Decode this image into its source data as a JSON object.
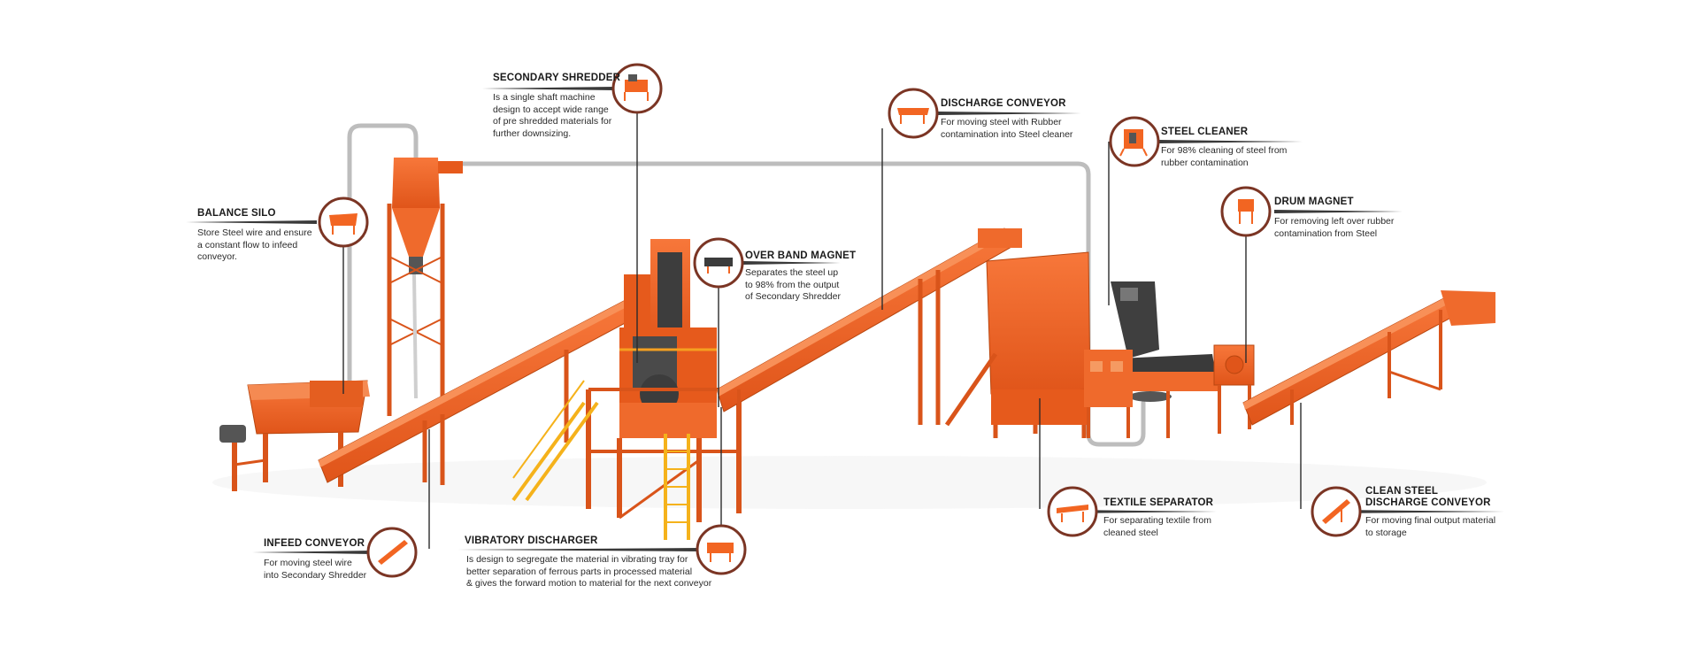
{
  "colors": {
    "machine": "#f26522",
    "machine_dark": "#c94a12",
    "stair_yellow": "#f5b21b",
    "motor": "#4a4a4a",
    "pipe": "#c9c9c9",
    "leader": "#333333",
    "badge_ring": "#8a3a2a"
  },
  "callouts": [
    {
      "key": "secondary_shredder",
      "title": "SECONDARY SHREDDER",
      "desc": "Is a single shaft machine\ndesign to accept wide range\nof pre shredded materials for\nfurther downsizing.",
      "icon": "shredder-icon"
    },
    {
      "key": "discharge_conveyor",
      "title": "DISCHARGE CONVEYOR",
      "desc": "For moving steel with Rubber\ncontamination into Steel cleaner",
      "icon": "conveyor-icon"
    },
    {
      "key": "steel_cleaner",
      "title": "STEEL CLEANER",
      "desc": "For 98% cleaning of steel from\nrubber contamination",
      "icon": "steel-cleaner-icon"
    },
    {
      "key": "balance_silo",
      "title": "BALANCE SILO",
      "desc": "Store Steel wire and ensure\na constant flow to infeed\nconveyor.",
      "icon": "silo-icon"
    },
    {
      "key": "drum_magnet",
      "title": "DRUM MAGNET",
      "desc": "For removing left over rubber\ncontamination from Steel",
      "icon": "drum-magnet-icon"
    },
    {
      "key": "over_band_magnet",
      "title": "OVER BAND MAGNET",
      "desc": "Separates the steel up\nto 98% from the output\nof Secondary Shredder",
      "icon": "band-magnet-icon"
    },
    {
      "key": "infeed_conveyor",
      "title": "INFEED CONVEYOR",
      "desc": "For moving steel wire\ninto Secondary Shredder",
      "icon": "infeed-conveyor-icon"
    },
    {
      "key": "vibratory_discharger",
      "title": "VIBRATORY DISCHARGER",
      "desc": "Is design to segregate the material in vibrating tray for\nbetter separation of ferrous parts in processed material\n& gives the forward motion to material for the next conveyor",
      "icon": "vibratory-discharger-icon"
    },
    {
      "key": "textile_separator",
      "title": "TEXTILE SEPARATOR",
      "desc": "For separating textile from\ncleaned steel",
      "icon": "textile-separator-icon"
    },
    {
      "key": "clean_steel_conveyor",
      "title": "CLEAN STEEL\nDISCHARGE CONVEYOR",
      "desc": "For moving final output material\nto storage",
      "icon": "clean-steel-conveyor-icon"
    }
  ]
}
